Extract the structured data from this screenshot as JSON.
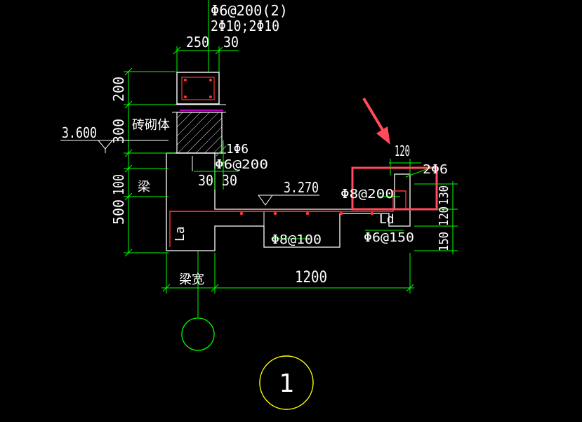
{
  "drawing": {
    "colors": {
      "background": "#000000",
      "outline": "#ffffff",
      "dimension": "#00ff00",
      "rebar": "#ff3333",
      "highlight": "#ff4b5c",
      "marker_circle": "#ffff00",
      "axis_circle": "#00ff00",
      "magenta_mark": "#ff00ff"
    },
    "top_labels": {
      "stirrup_top": "Φ6@200(2)",
      "main_bars": "2Φ10;2Φ10"
    },
    "dims": {
      "top_width": "250",
      "top_offset": "30",
      "beam_height": "200",
      "wall_height": "300",
      "slab_step": "100",
      "lower_height": "500",
      "overhang_length": "1200",
      "step_30_a": "30",
      "step_30_b": "30",
      "end_120_top": "120",
      "right_130": "130",
      "right_120": "120",
      "right_150": "150"
    },
    "labels": {
      "masonry": "砖砌体",
      "beam": "梁",
      "beam_width": "梁宽",
      "La": "La",
      "Ld": "Ld"
    },
    "elevations": {
      "left": "3.600",
      "right": "3.270"
    },
    "rebar_labels": {
      "wall_bar": "1Φ6",
      "wall_stirrup": "Φ6@200",
      "end_bar": "2Φ6",
      "top_dist": "Φ8@200",
      "slab_bottom": "Φ8@100",
      "slab_dist": "Φ6@150"
    },
    "axis_circle_label": "",
    "section_number": "1"
  }
}
